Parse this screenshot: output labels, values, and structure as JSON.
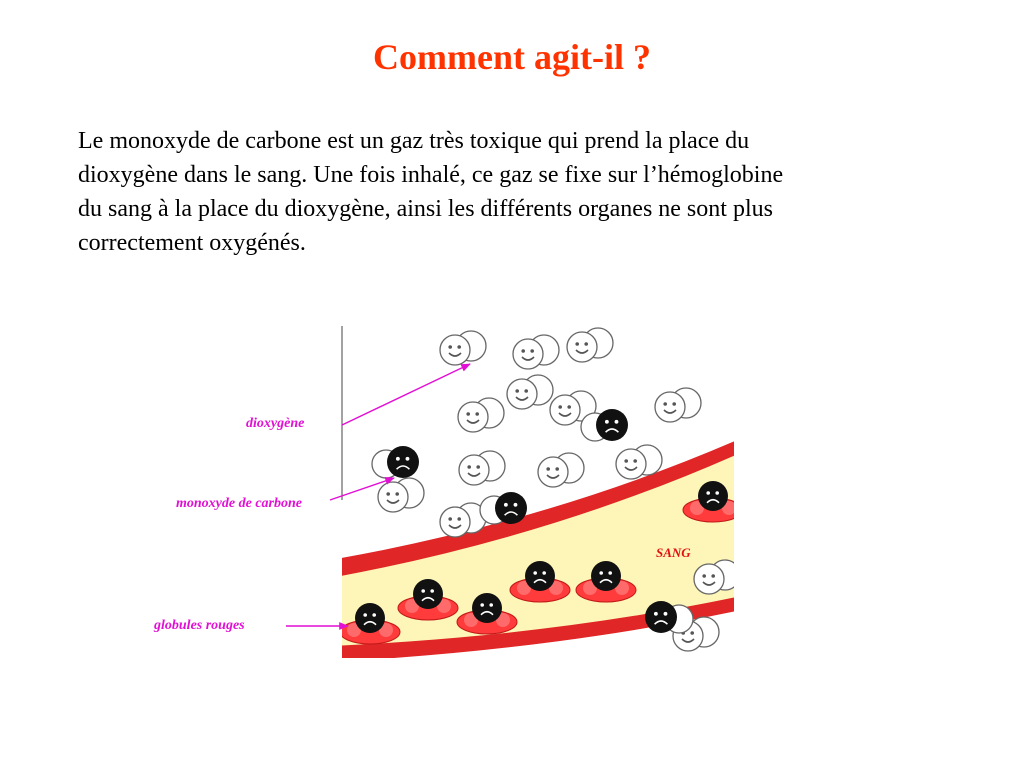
{
  "slide": {
    "title": "Comment agit-il ?",
    "paragraph_lines": [
      "Le monoxyde de carbone est un gaz très toxique qui prend la place du",
      "dioxygène dans le sang. Une fois inhalé, ce gaz se fixe sur l’hémoglobine",
      "du sang à la place du dioxygène, ainsi les différents organes ne sont plus",
      "correctement oxygénés."
    ]
  },
  "diagram": {
    "labels": {
      "oxygen": "dioxygène",
      "carbon_monoxide": "monoxyde de carbone",
      "red_cells": "globules rouges",
      "blood": "SANG"
    },
    "colors": {
      "title": "#ff3300",
      "label": "#e20fd4",
      "arrow": "#e20fd4",
      "blood_label": "#e31010",
      "vessel_wall": "#e02626",
      "plasma": "#fdf6b8",
      "red_cell": "#ff3b3b",
      "co_molecule": "#111111"
    }
  }
}
